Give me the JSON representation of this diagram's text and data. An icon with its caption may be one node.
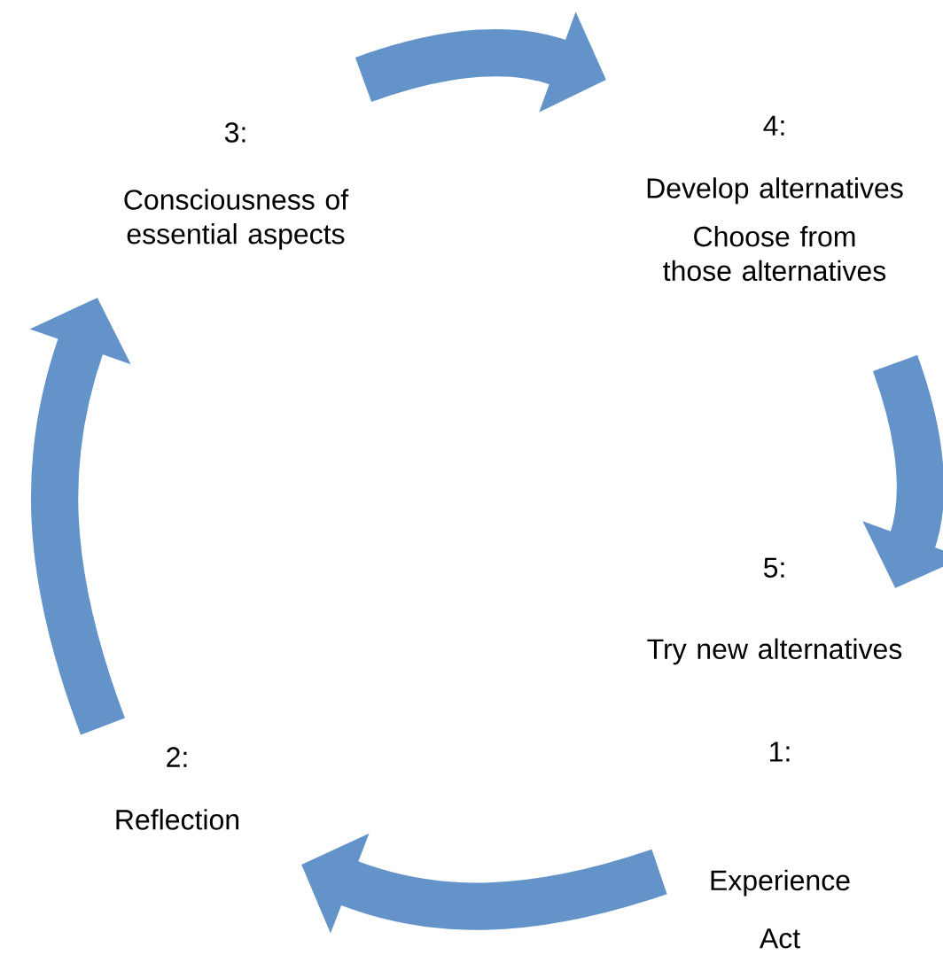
{
  "diagram": {
    "nodes": [
      {
        "text": [
          "3:",
          "Consciousness of essential aspects"
        ]
      },
      {
        "text": [
          "4:",
          "Develop alternatives",
          "Choose from those alternatives"
        ]
      },
      {
        "text": [
          "5:",
          "Try new alternatives"
        ]
      },
      {
        "text": [
          "2:",
          "Reflection"
        ]
      },
      {
        "text": [
          "1:",
          "Experience",
          "Act"
        ]
      }
    ],
    "edges": [
      {
        "from": 0,
        "to": 1,
        "arrow": "to"
      },
      {
        "from": 1,
        "to": 2,
        "arrow": "to"
      },
      {
        "from": 4,
        "to": 3,
        "arrow": "to"
      },
      {
        "from": 3,
        "to": 0,
        "arrow": "to"
      }
    ]
  }
}
